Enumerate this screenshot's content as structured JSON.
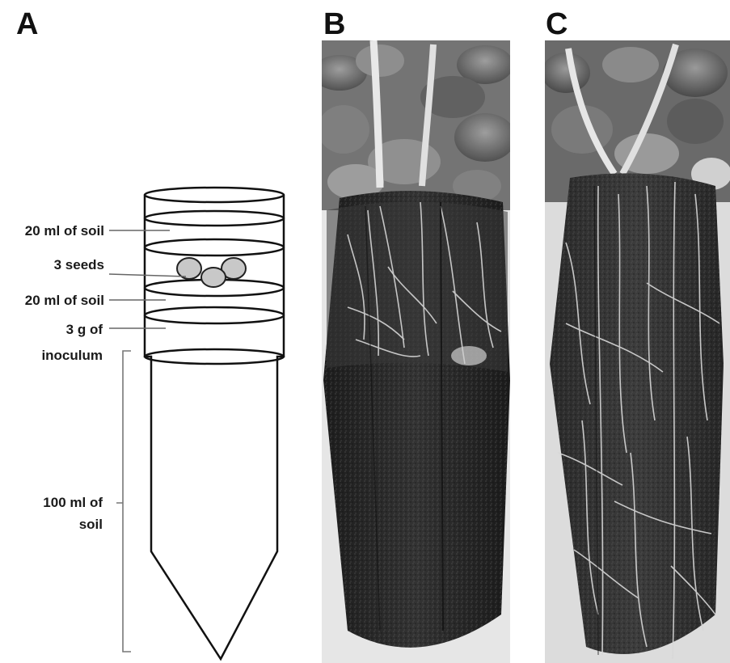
{
  "panels": {
    "a_letter": "A",
    "b_letter": "B",
    "c_letter": "C"
  },
  "tube_labels": {
    "soil_top": "20 ml of soil",
    "seeds": "3 seeds",
    "soil_mid": "20 ml of soil",
    "inoculum_line1": "3 g of",
    "inoculum_line2": "inoculum",
    "soil_bottom_line1": "100 ml of",
    "soil_bottom_line2": "soil"
  },
  "seed_count": 3,
  "photos": {
    "b_description_icon": "root-ball-photo-sparse-roots",
    "c_description_icon": "root-ball-photo-dense-roots"
  },
  "colors": {
    "seed_fill": "#c8c8c8",
    "line": "#111111",
    "bracket": "#777777"
  }
}
